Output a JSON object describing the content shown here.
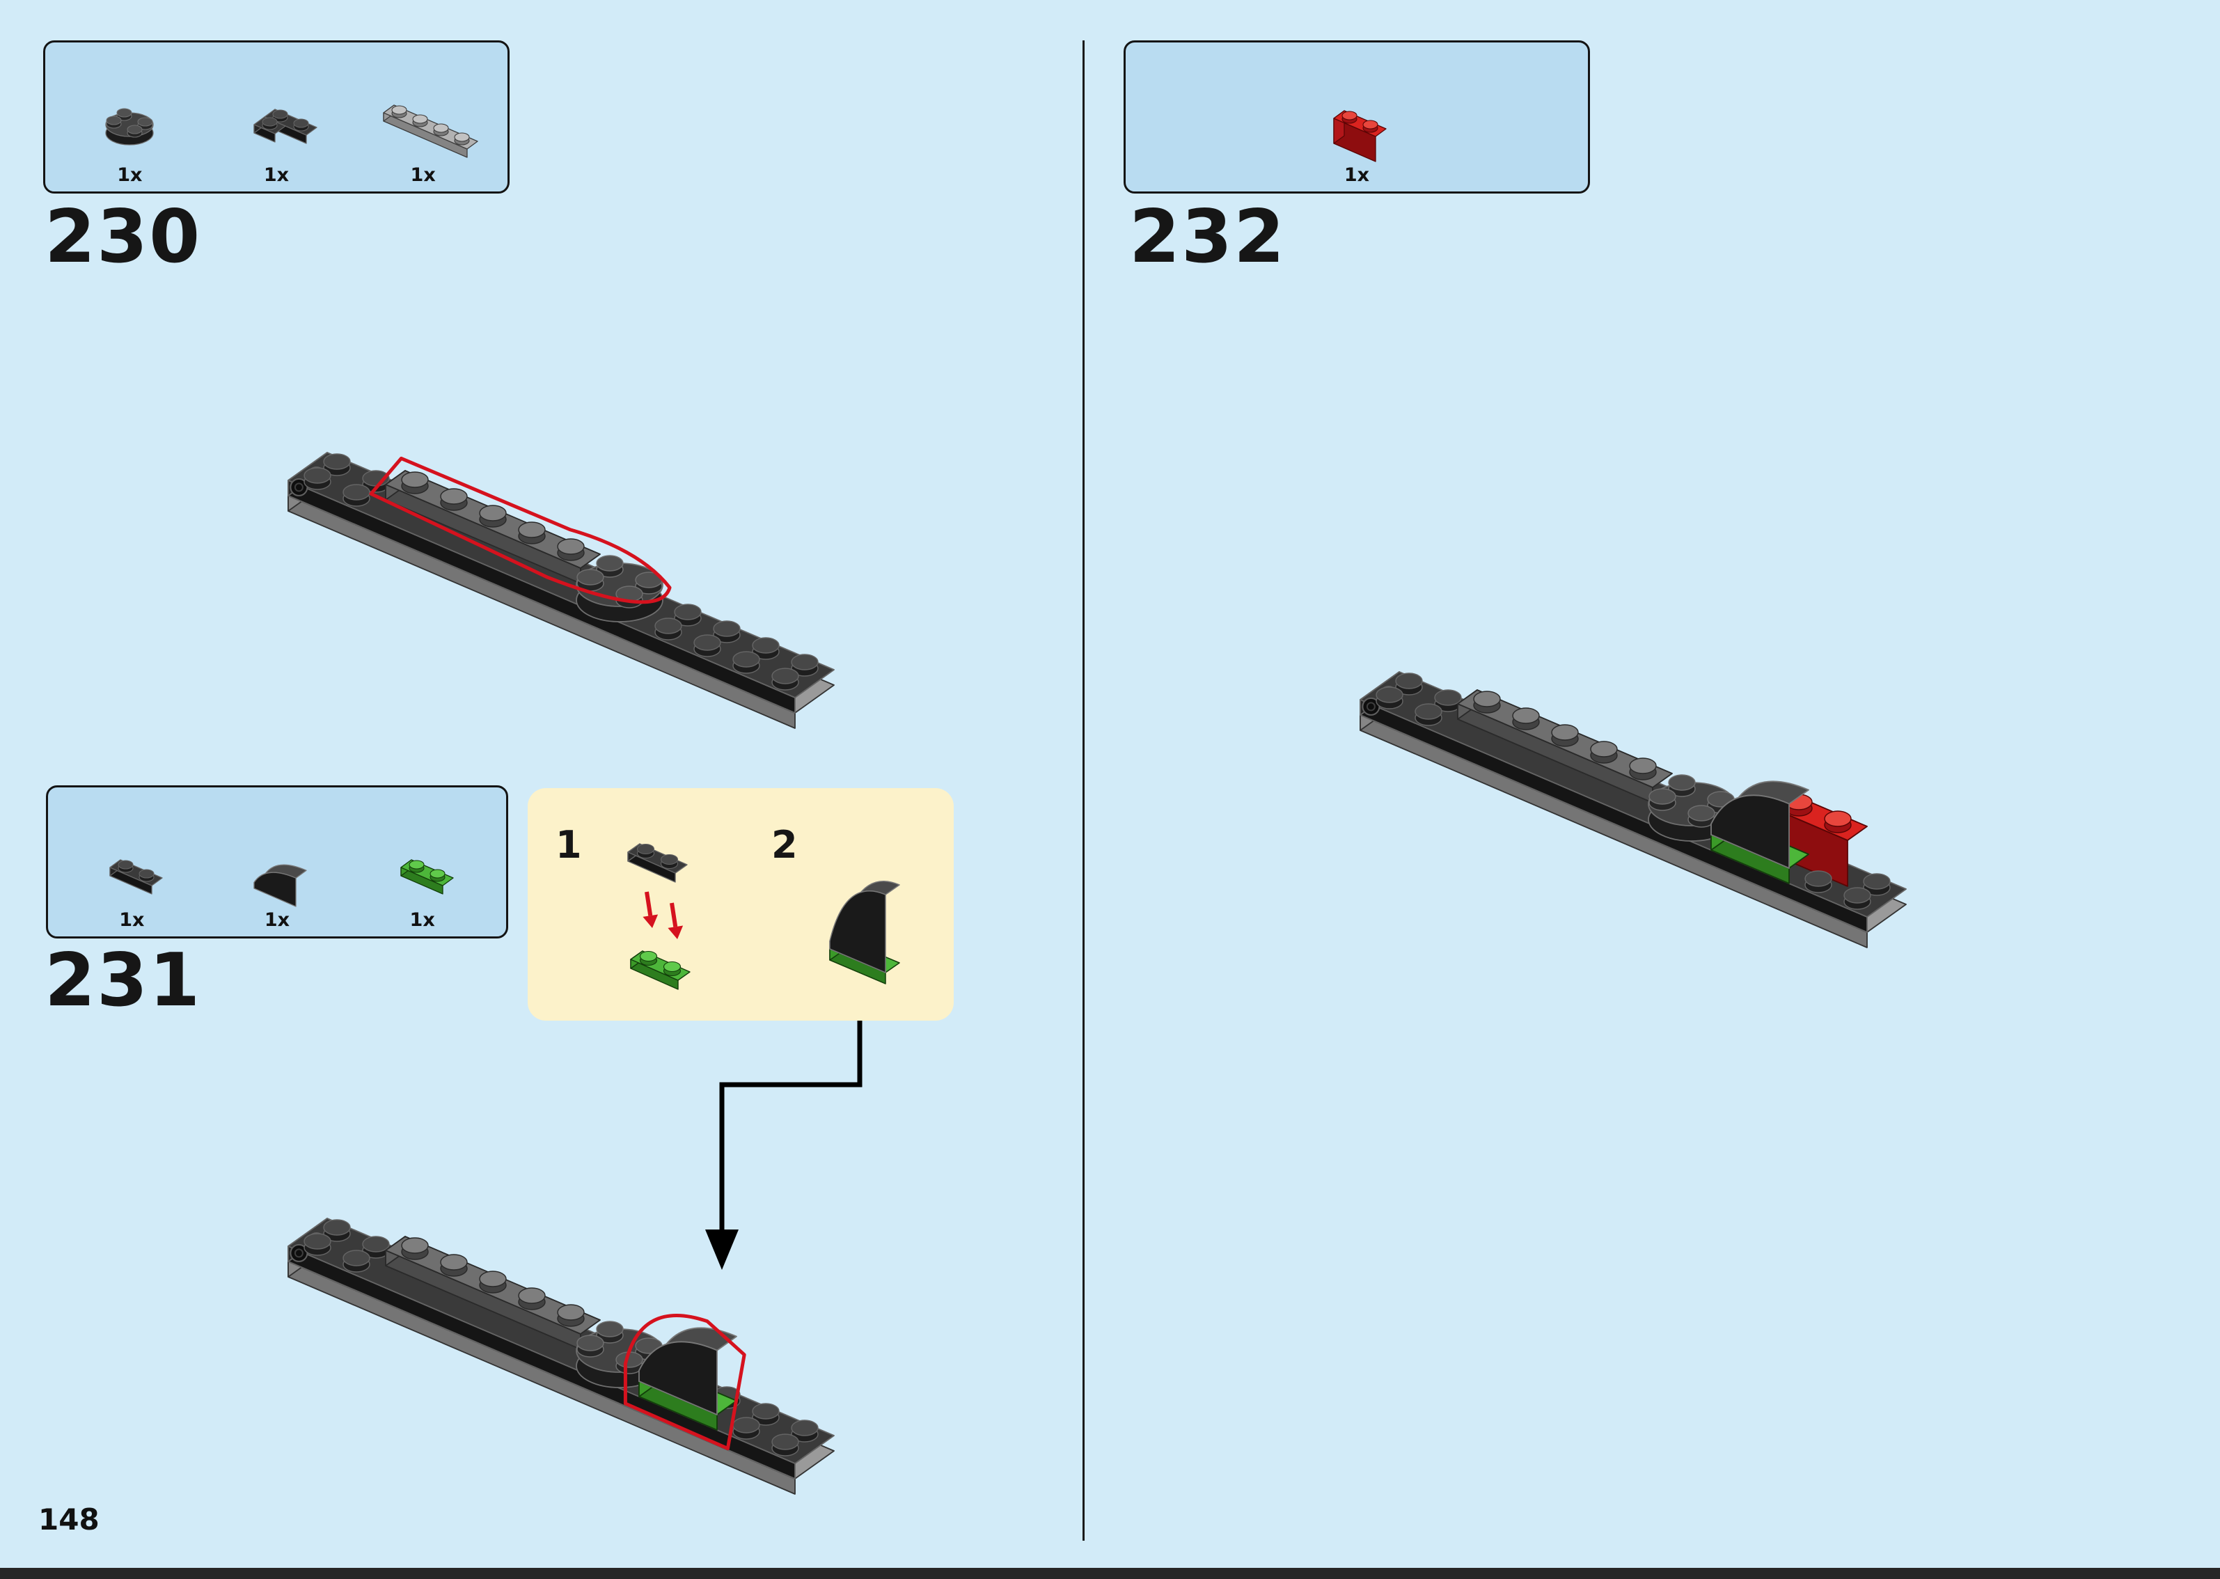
{
  "page": {
    "number": "148"
  },
  "colors": {
    "background": "#d2ebf8",
    "parts_box": "#b9dcf1",
    "callout": "#fcf2ca",
    "highlight": "#d5121e",
    "brick_red": "#da231f",
    "brick_green": "#4db63a",
    "brick_black": "#3a3a3a",
    "brick_gray": "#b2b2b2"
  },
  "steps": {
    "s230": {
      "number": "230",
      "parts": [
        {
          "name": "round-plate-2x2-black",
          "count": "1x"
        },
        {
          "name": "corner-plate-2x2-black",
          "count": "1x"
        },
        {
          "name": "plate-1x4-gray",
          "count": "1x"
        }
      ]
    },
    "s231": {
      "number": "231",
      "parts": [
        {
          "name": "plate-1x2-black",
          "count": "1x"
        },
        {
          "name": "curved-slope-1x2-black",
          "count": "1x"
        },
        {
          "name": "plate-1x2-green",
          "count": "1x"
        }
      ],
      "callout": {
        "sub1": "1",
        "sub2": "2"
      }
    },
    "s232": {
      "number": "232",
      "parts": [
        {
          "name": "brick-1x2-red",
          "count": "1x"
        }
      ]
    }
  }
}
